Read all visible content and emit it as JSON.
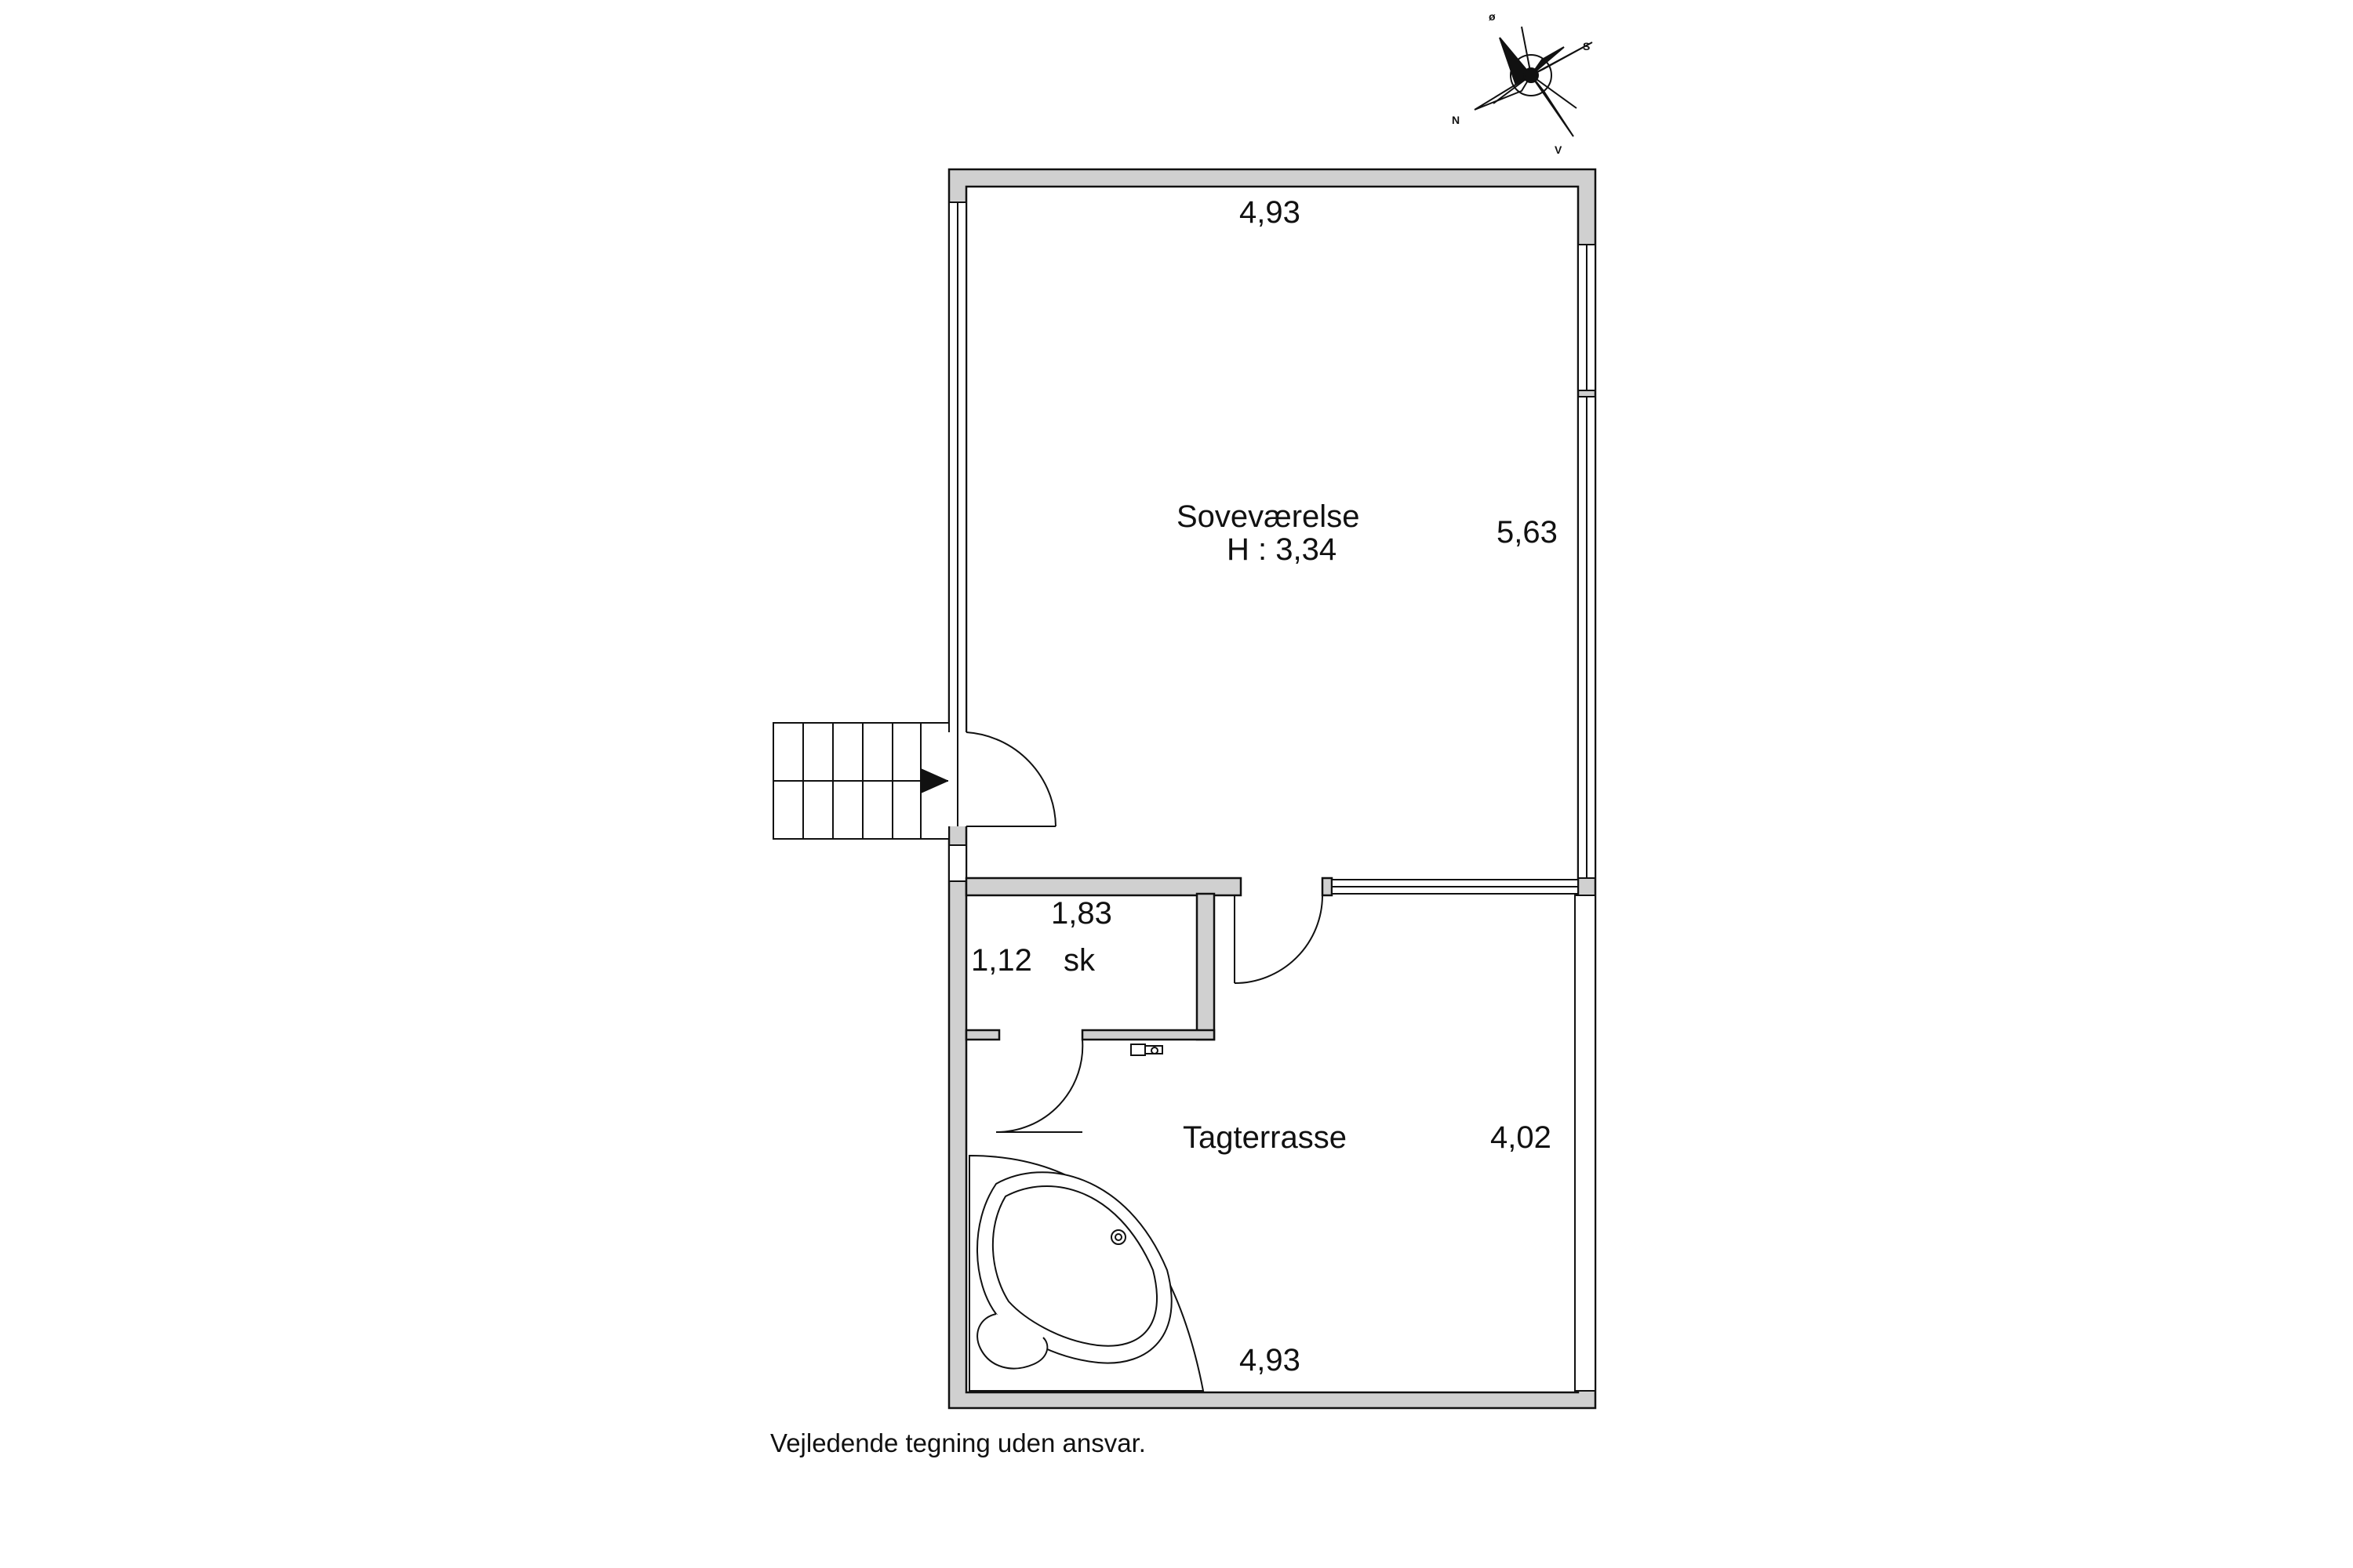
{
  "compass": {
    "east": "ø",
    "south": "S",
    "north": "N",
    "west": "V"
  },
  "rooms": {
    "bedroom": {
      "name": "Soveværelse",
      "height": "H : 3,34",
      "width": "4,93",
      "depth": "5,63"
    },
    "closet": {
      "name": "sk",
      "width": "1,83",
      "depth": "1,12"
    },
    "terrace": {
      "name": "Tagterrasse",
      "width": "4,93",
      "depth": "4,02"
    }
  },
  "disclaimer": "Vejledende tegning uden ansvar.",
  "colors": {
    "wall": "#d0d0d0",
    "line": "#111111",
    "background": "#ffffff"
  }
}
